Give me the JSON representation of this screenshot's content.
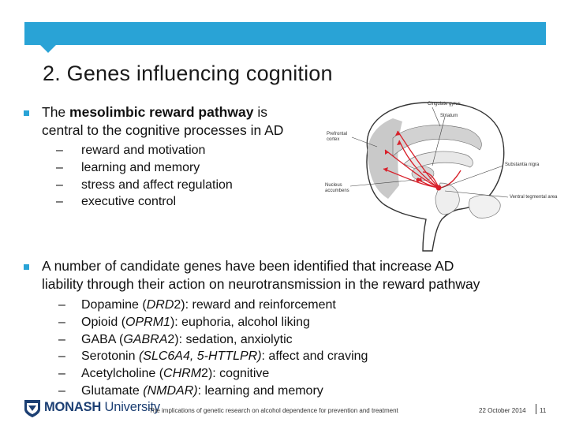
{
  "header": {
    "title": "2. Genes influencing cognition"
  },
  "section1": {
    "lead_bold": "mesolimbic reward pathway",
    "lead_prefix": "The ",
    "lead_suffix": " is",
    "line2": "central to the cognitive processes in AD",
    "items": [
      "reward and motivation",
      "learning and memory",
      "stress and affect regulation",
      "executive control"
    ]
  },
  "diagram": {
    "labels": {
      "cingulate": "Cingulate gyrus",
      "striatum": "Striatum",
      "prefrontal": "Prefrontal\ncortex",
      "substantia": "Substantia nigra",
      "nucleus": "Nucleus\naccumbens",
      "vta": "Ventral tegmental area"
    },
    "colors": {
      "pathway": "#d8202a",
      "region": "#c9c9c9",
      "outline": "#333333"
    }
  },
  "section2": {
    "line1": "A number of candidate genes have been identified that increase AD",
    "line2": "liability through their action on neurotransmission in the reward pathway",
    "items": [
      {
        "pre": "Dopamine (",
        "gene": "DRD",
        "post": "2): reward and reinforcement"
      },
      {
        "pre": "Opioid (",
        "gene": "OPRM1",
        "post": "): euphoria, alcohol liking"
      },
      {
        "pre": "GABA (",
        "gene": "GABRA",
        "post": "2): sedation, anxiolytic"
      },
      {
        "pre": "Serotonin ",
        "gene": "(SLC6A4, 5-HTTLPR)",
        "post": ": affect and craving"
      },
      {
        "pre": "Acetylcholine (",
        "gene": "CHRM",
        "post": "2): cognitive"
      },
      {
        "pre": "Glutamate ",
        "gene": "(NMDAR)",
        "post": ": learning and memory"
      }
    ]
  },
  "footer": {
    "brand_bold": "MONASH",
    "brand_rest": " University",
    "note": "The implications of genetic research on alcohol dependence for prevention and treatment",
    "date": "22 October 2014",
    "page": "11"
  },
  "accent": "#29a3d6"
}
